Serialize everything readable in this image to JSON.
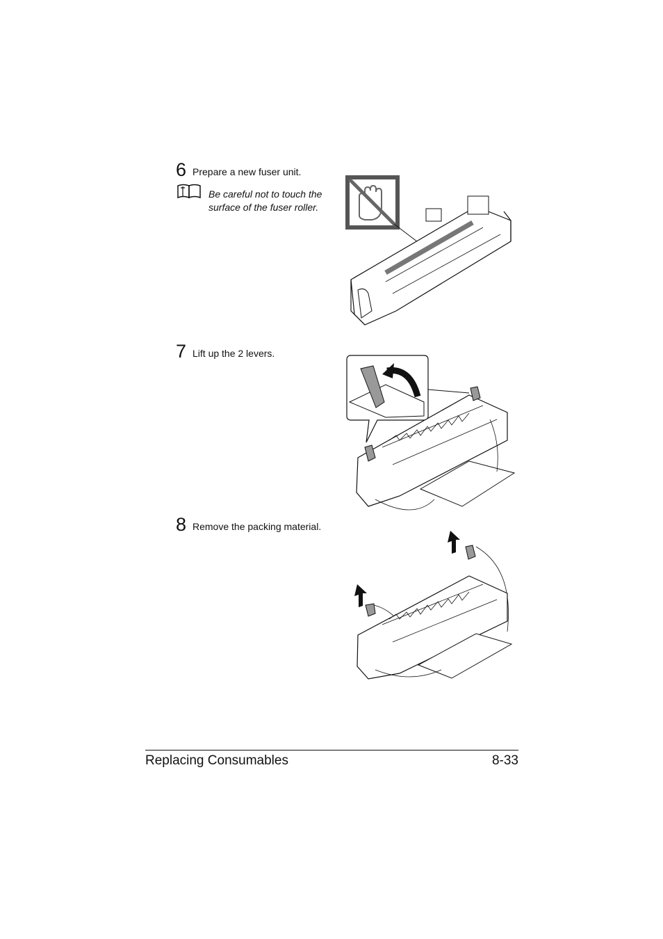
{
  "steps": [
    {
      "number": "6",
      "text": "Prepare a new fuser unit."
    },
    {
      "number": "7",
      "text": "Lift up the 2 levers."
    },
    {
      "number": "8",
      "text": "Remove the packing material."
    }
  ],
  "note": {
    "icon": "book-note-icon",
    "line1": "Be careful not to touch the",
    "line2": "surface of the fuser roller."
  },
  "footer": {
    "section": "Replacing Consumables",
    "page": "8-33"
  }
}
